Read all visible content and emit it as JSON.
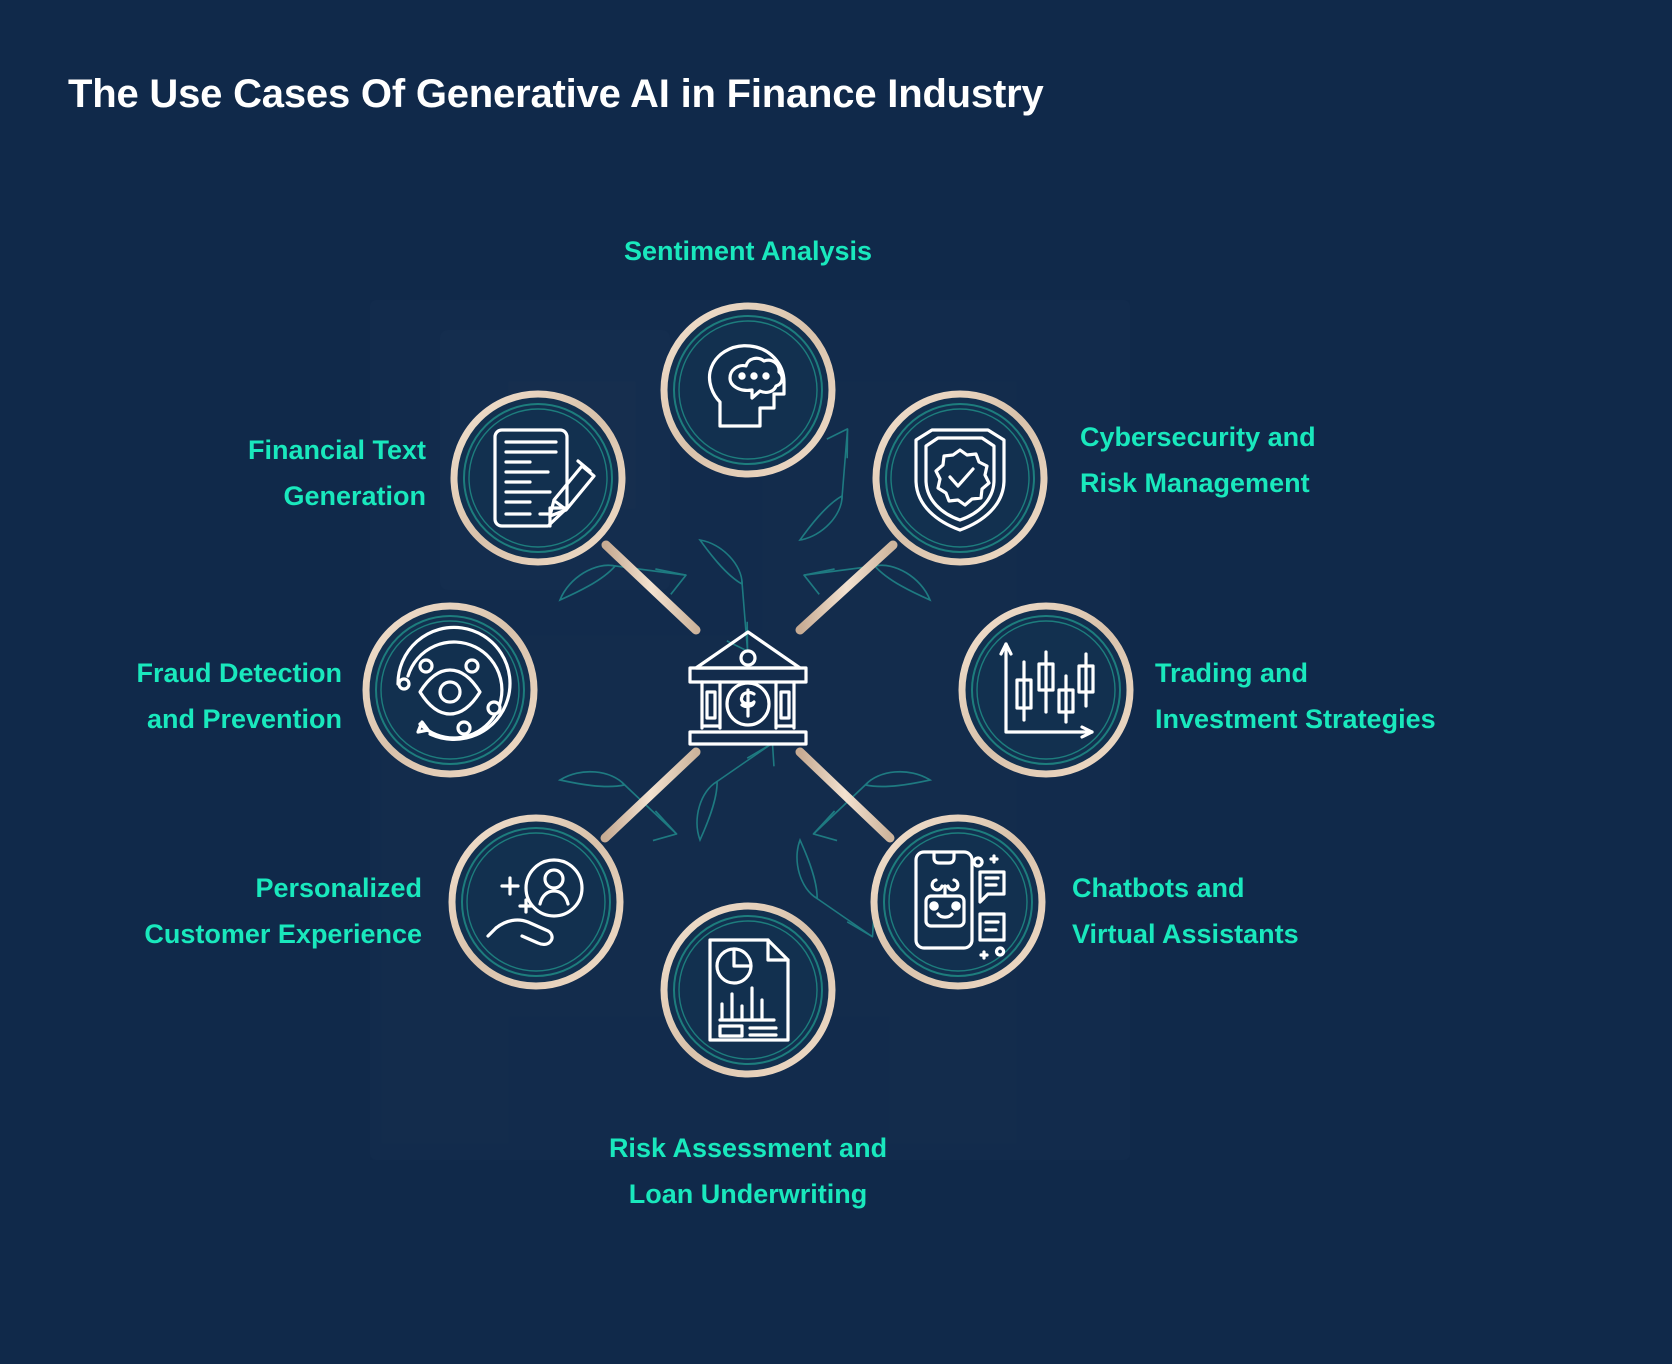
{
  "page": {
    "title": "The Use Cases Of Generative AI in Finance Industry",
    "background_color": "#10294a",
    "accent_color": "#19e8bd",
    "ring_color": "#e6d2bd",
    "icon_color": "#ffffff",
    "inner_ring_color": "#1d7d7d"
  },
  "hub": {
    "icon_name": "bank-building-icon",
    "label": ""
  },
  "nodes": [
    {
      "id": "sentiment-analysis",
      "label": "Sentiment Analysis",
      "icon_name": "head-speech-bubble-icon",
      "position": "top"
    },
    {
      "id": "cybersecurity-risk-management",
      "label": "Cybersecurity and\nRisk Management",
      "icon_name": "shield-check-badge-icon",
      "position": "top-right"
    },
    {
      "id": "trading-investment-strategies",
      "label": "Trading and\nInvestment Strategies",
      "icon_name": "candlestick-chart-icon",
      "position": "right"
    },
    {
      "id": "chatbots-virtual-assistants",
      "label": "Chatbots and\nVirtual Assistants",
      "icon_name": "chatbot-phone-icon",
      "position": "bottom-right"
    },
    {
      "id": "risk-assessment-loan-underwriting",
      "label": "Risk Assessment and\nLoan Underwriting",
      "icon_name": "report-document-chart-icon",
      "position": "bottom"
    },
    {
      "id": "personalized-customer-experience",
      "label": "Personalized\nCustomer Experience",
      "icon_name": "hand-user-sparkle-icon",
      "position": "bottom-left"
    },
    {
      "id": "fraud-detection-prevention",
      "label": "Fraud Detection\nand Prevention",
      "icon_name": "eye-orbit-scan-icon",
      "position": "left"
    },
    {
      "id": "financial-text-generation",
      "label": "Financial Text\nGeneration",
      "icon_name": "document-pencil-icon",
      "position": "top-left"
    }
  ]
}
